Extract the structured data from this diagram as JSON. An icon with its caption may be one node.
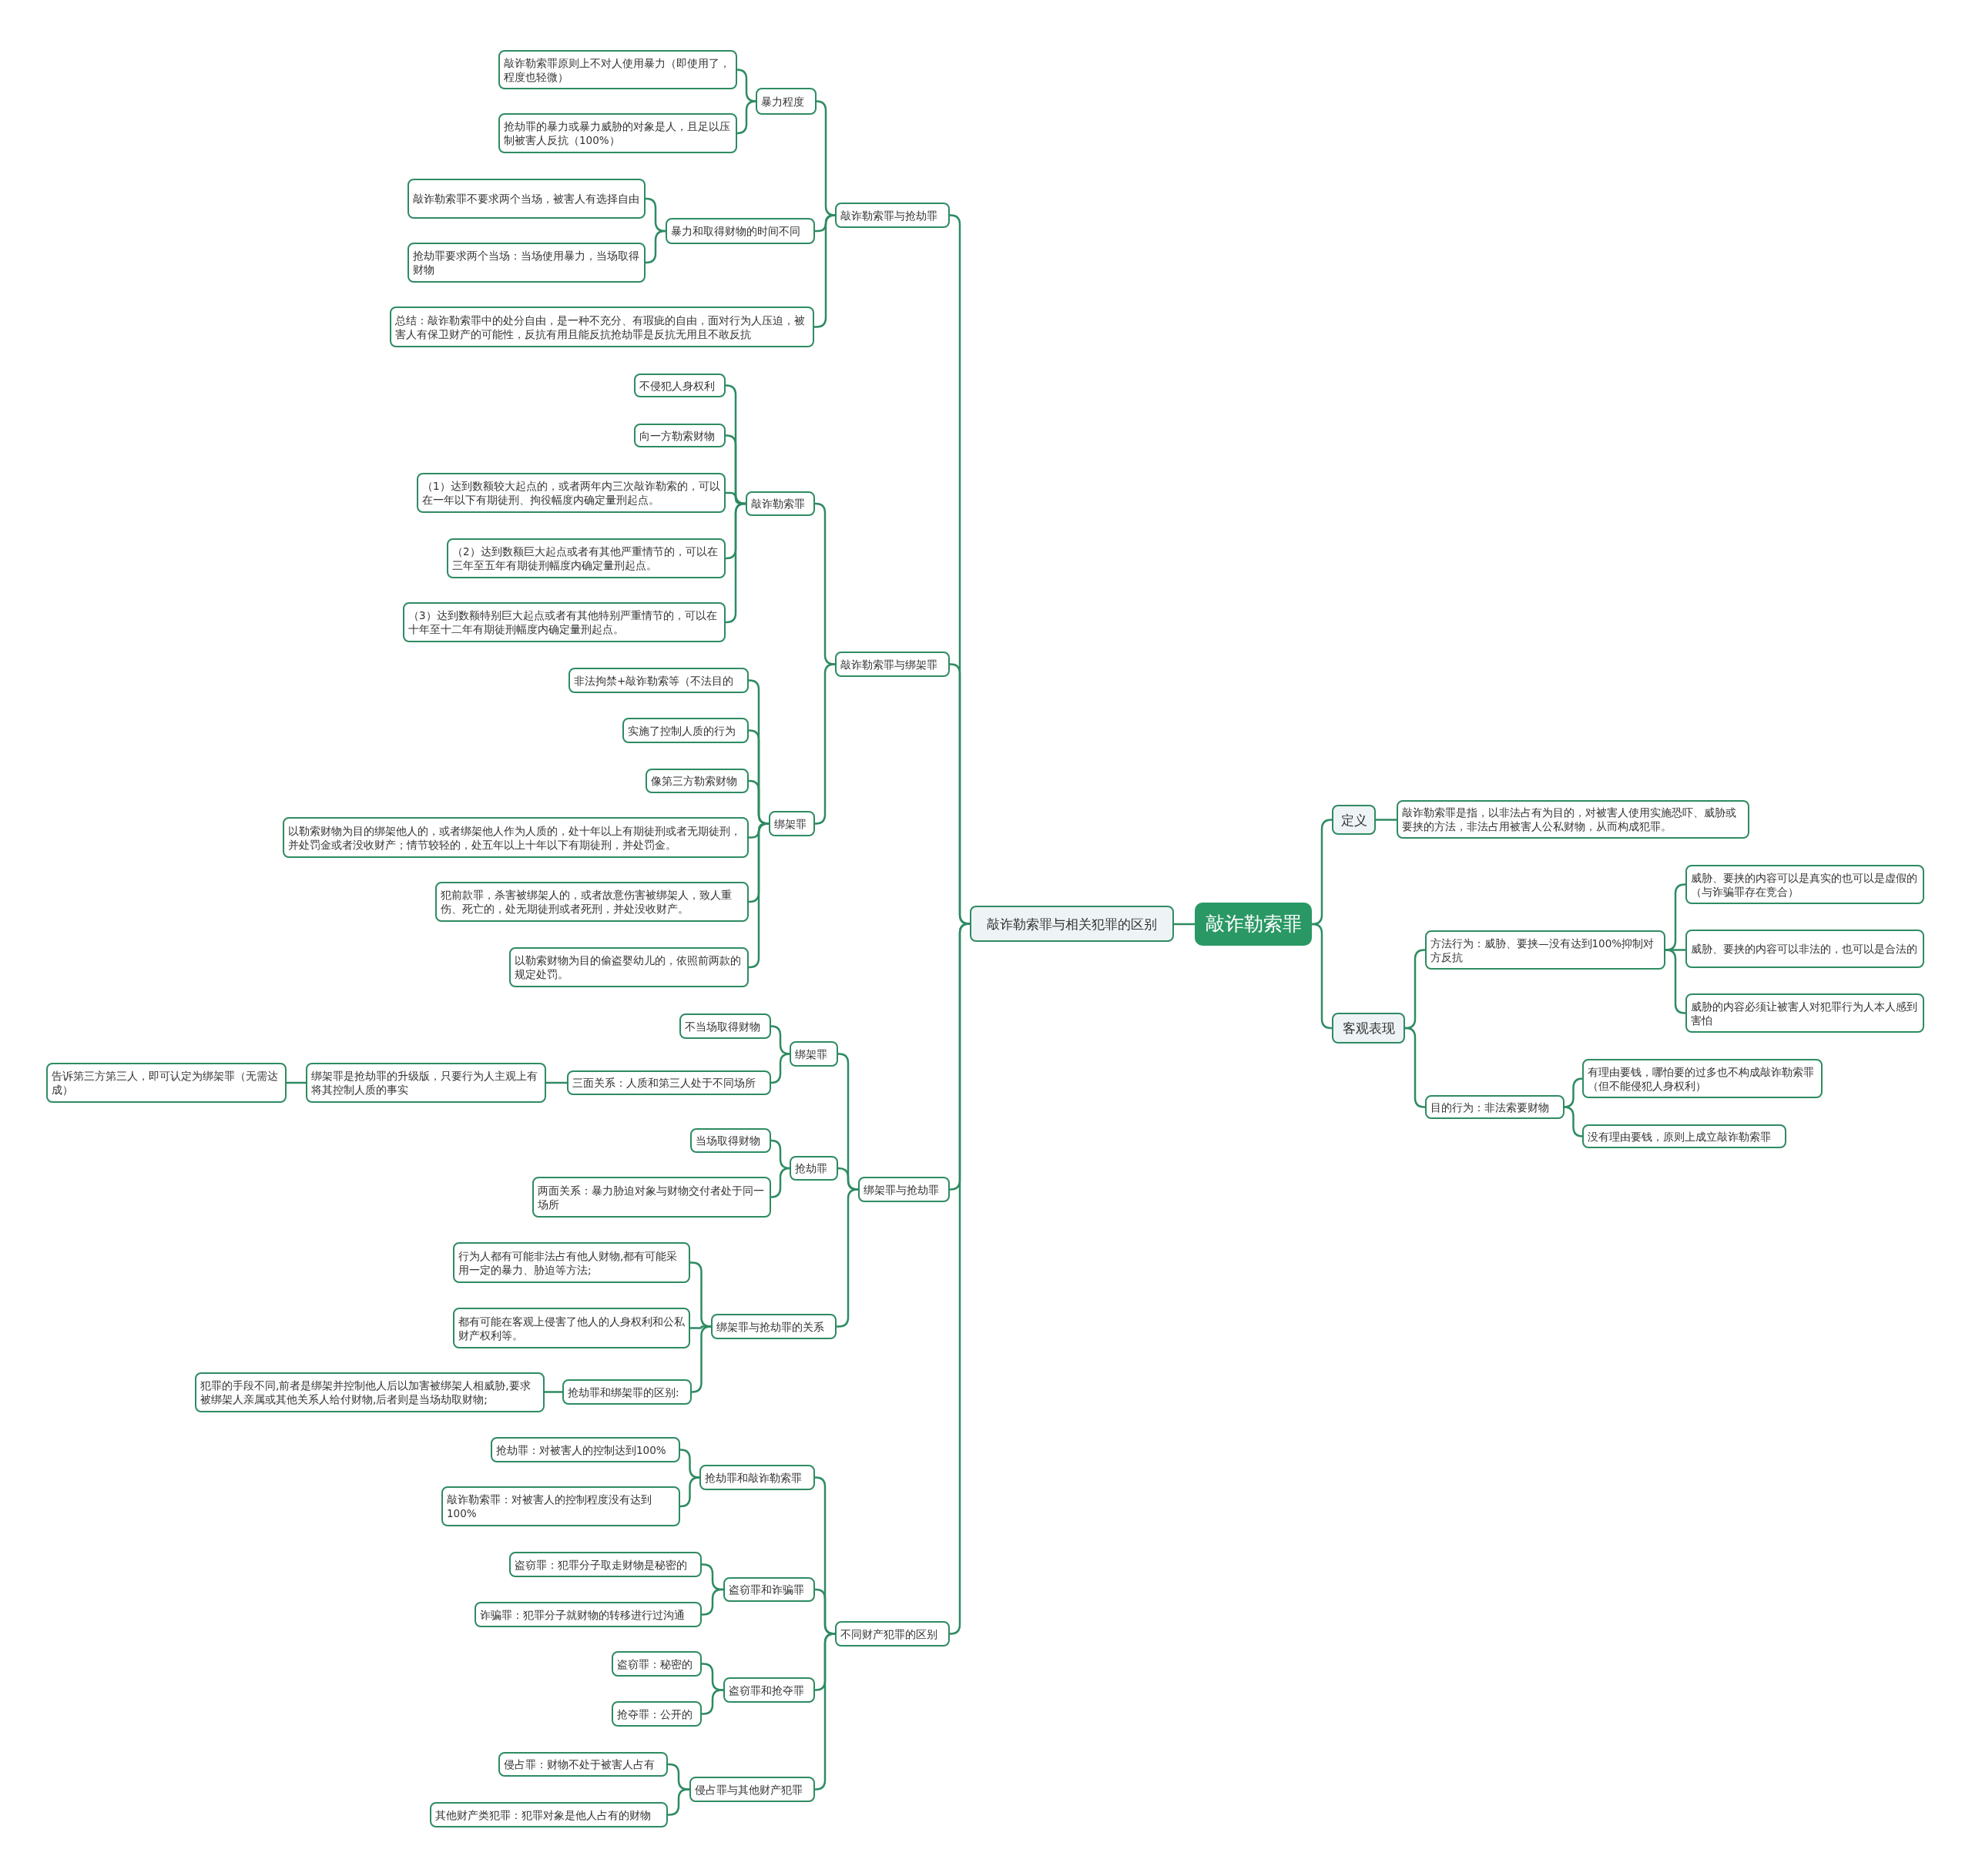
{
  "diagram": {
    "nodes": [
      {
        "text": [
          "敲诈勒索罪"
        ]
      },
      {
        "text": [
          "敲诈勒索罪与相关犯罪的区别"
        ]
      },
      {
        "text": [
          "敲诈勒索罪与抢劫罪"
        ]
      },
      {
        "text": [
          "暴力程度"
        ]
      },
      {
        "text": [
          "敲诈勒索罪原则上不对人使用暴力（即使用了，程度也轻微）"
        ]
      },
      {
        "text": [
          "抢劫罪的暴力或暴力威胁的对象是人，且足以压制被害人反抗（100%）"
        ]
      },
      {
        "text": [
          "暴力和取得财物的时间不同"
        ]
      },
      {
        "text": [
          "敲诈勒索罪不要求两个当场，被害人有选择自由"
        ]
      },
      {
        "text": [
          "抢劫罪要求两个当场：当场使用暴力，当场取得财物"
        ]
      },
      {
        "text": [
          "总结：敲诈勒索罪中的处分自由，是一种不充分、有瑕疵的自由，面对行为人压迫，被害人有保卫财产的可能性，反抗有用且能反抗抢劫罪是反抗无用且不敢反抗"
        ]
      },
      {
        "text": [
          "敲诈勒索罪与绑架罪"
        ]
      },
      {
        "text": [
          "敲诈勒索罪"
        ]
      },
      {
        "text": [
          "不侵犯人身权利"
        ]
      },
      {
        "text": [
          "向一方勒索财物"
        ]
      },
      {
        "text": [
          "（1）达到数额较大起点的，或者两年内三次敲诈勒索的，可以在一年以下有期徒刑、拘役幅度内确定量刑起点。"
        ]
      },
      {
        "text": [
          "（2）达到数额巨大起点或者有其他严重情节的，可以在三年至五年有期徒刑幅度内确定量刑起点。"
        ]
      },
      {
        "text": [
          "（3）达到数额特别巨大起点或者有其他特别严重情节的，可以在十年至十二年有期徒刑幅度内确定量刑起点。"
        ]
      },
      {
        "text": [
          "绑架罪"
        ]
      },
      {
        "text": [
          "非法拘禁+敲诈勒索等（不法目的"
        ]
      },
      {
        "text": [
          "实施了控制人质的行为"
        ]
      },
      {
        "text": [
          "像第三方勒索财物"
        ]
      },
      {
        "text": [
          "以勒索财物为目的绑架他人的，或者绑架他人作为人质的，处十年以上有期徒刑或者无期徒刑，并处罚金或者没收财产；情节较轻的，处五年以上十年以下有期徒刑，并处罚金。"
        ]
      },
      {
        "text": [
          "犯前款罪，杀害被绑架人的，或者故意伤害被绑架人，致人重伤、死亡的，处无期徒刑或者死刑，并处没收财产。"
        ]
      },
      {
        "text": [
          "以勒索财物为目的偷盗婴幼儿的，依照前两款的规定处罚。"
        ]
      },
      {
        "text": [
          "绑架罪与抢劫罪"
        ]
      },
      {
        "text": [
          "绑架罪"
        ]
      },
      {
        "text": [
          "不当场取得财物"
        ]
      },
      {
        "text": [
          "三面关系：人质和第三人处于不同场所"
        ]
      },
      {
        "text": [
          "绑架罪是抢劫罪的升级版，只要行为人主观上有将其控制人质的事实"
        ]
      },
      {
        "text": [
          "告诉第三方第三人，即可认定为绑架罪（无需达成）"
        ]
      },
      {
        "text": [
          "抢劫罪"
        ]
      },
      {
        "text": [
          "当场取得财物"
        ]
      },
      {
        "text": [
          "两面关系：暴力胁迫对象与财物交付者处于同一场所"
        ]
      },
      {
        "text": [
          "绑架罪与抢劫罪的关系"
        ]
      },
      {
        "text": [
          "行为人都有可能非法占有他人财物,都有可能采用一定的暴力、胁迫等方法;"
        ]
      },
      {
        "text": [
          "都有可能在客观上侵害了他人的人身权利和公私财产权利等。"
        ]
      },
      {
        "text": [
          "抢劫罪和绑架罪的区别:"
        ]
      },
      {
        "text": [
          "犯罪的手段不同,前者是绑架并控制他人后以加害被绑架人相威胁,要求被绑架人亲属或其他关系人给付财物,后者则是当场劫取财物;"
        ]
      },
      {
        "text": [
          "不同财产犯罪的区别"
        ]
      },
      {
        "text": [
          "抢劫罪和敲诈勒索罪"
        ]
      },
      {
        "text": [
          "抢劫罪：对被害人的控制达到100%"
        ]
      },
      {
        "text": [
          "敲诈勒索罪：对被害人的控制程度没有达到100%"
        ]
      },
      {
        "text": [
          "盗窃罪和诈骗罪"
        ]
      },
      {
        "text": [
          "盗窃罪：犯罪分子取走财物是秘密的"
        ]
      },
      {
        "text": [
          "诈骗罪：犯罪分子就财物的转移进行过沟通"
        ]
      },
      {
        "text": [
          "盗窃罪和抢夺罪"
        ]
      },
      {
        "text": [
          "盗窃罪：秘密的"
        ]
      },
      {
        "text": [
          "抢夺罪：公开的"
        ]
      },
      {
        "text": [
          "侵占罪与其他财产犯罪"
        ]
      },
      {
        "text": [
          "侵占罪：财物不处于被害人占有"
        ]
      },
      {
        "text": [
          "其他财产类犯罪：犯罪对象是他人占有的财物"
        ]
      },
      {
        "text": [
          "定义"
        ]
      },
      {
        "text": [
          "敲诈勒索罪是指，以非法占有为目的，对被害人使用实施恐吓、威胁或要挟的方法，非法占用被害人公私财物，从而构成犯罪。"
        ]
      },
      {
        "text": [
          "客观表现"
        ]
      },
      {
        "text": [
          "方法行为：威胁、要挟—没有达到100%抑制对方反抗"
        ]
      },
      {
        "text": [
          "威胁、要挟的内容可以是真实的也可以是虚假的（与诈骗罪存在竞合）"
        ]
      },
      {
        "text": [
          "威胁、要挟的内容可以非法的，也可以是合法的"
        ]
      },
      {
        "text": [
          "威胁的内容必须让被害人对犯罪行为人本人感到害怕"
        ]
      },
      {
        "text": [
          "目的行为：非法索要财物"
        ]
      },
      {
        "text": [
          "有理由要钱，哪怕要的过多也不构成敲诈勒索罪（但不能侵犯人身权利）"
        ]
      },
      {
        "text": [
          "没有理由要钱，原则上成立敲诈勒索罪"
        ]
      }
    ],
    "edges": [
      {
        "from": 0,
        "to": 1,
        "arrow": "none"
      },
      {
        "from": 1,
        "to": 2,
        "arrow": "none"
      },
      {
        "from": 2,
        "to": 3,
        "arrow": "none"
      },
      {
        "from": 3,
        "to": 4,
        "arrow": "none"
      },
      {
        "from": 3,
        "to": 5,
        "arrow": "none"
      },
      {
        "from": 2,
        "to": 6,
        "arrow": "none"
      },
      {
        "from": 6,
        "to": 7,
        "arrow": "none"
      },
      {
        "from": 6,
        "to": 8,
        "arrow": "none"
      },
      {
        "from": 2,
        "to": 9,
        "arrow": "none"
      },
      {
        "from": 1,
        "to": 10,
        "arrow": "none"
      },
      {
        "from": 10,
        "to": 11,
        "arrow": "none"
      },
      {
        "from": 11,
        "to": 12,
        "arrow": "none"
      },
      {
        "from": 11,
        "to": 13,
        "arrow": "none"
      },
      {
        "from": 11,
        "to": 14,
        "arrow": "none"
      },
      {
        "from": 11,
        "to": 15,
        "arrow": "none"
      },
      {
        "from": 11,
        "to": 16,
        "arrow": "none"
      },
      {
        "from": 10,
        "to": 17,
        "arrow": "none"
      },
      {
        "from": 17,
        "to": 18,
        "arrow": "none"
      },
      {
        "from": 17,
        "to": 19,
        "arrow": "none"
      },
      {
        "from": 17,
        "to": 20,
        "arrow": "none"
      },
      {
        "from": 17,
        "to": 21,
        "arrow": "none"
      },
      {
        "from": 17,
        "to": 22,
        "arrow": "none"
      },
      {
        "from": 17,
        "to": 23,
        "arrow": "none"
      },
      {
        "from": 1,
        "to": 24,
        "arrow": "none"
      },
      {
        "from": 24,
        "to": 25,
        "arrow": "none"
      },
      {
        "from": 25,
        "to": 26,
        "arrow": "none"
      },
      {
        "from": 25,
        "to": 27,
        "arrow": "none"
      },
      {
        "from": 27,
        "to": 28,
        "arrow": "none"
      },
      {
        "from": 28,
        "to": 29,
        "arrow": "none"
      },
      {
        "from": 24,
        "to": 30,
        "arrow": "none"
      },
      {
        "from": 30,
        "to": 31,
        "arrow": "none"
      },
      {
        "from": 30,
        "to": 32,
        "arrow": "none"
      },
      {
        "from": 24,
        "to": 33,
        "arrow": "none"
      },
      {
        "from": 33,
        "to": 34,
        "arrow": "none"
      },
      {
        "from": 33,
        "to": 35,
        "arrow": "none"
      },
      {
        "from": 33,
        "to": 36,
        "arrow": "none"
      },
      {
        "from": 36,
        "to": 37,
        "arrow": "none"
      },
      {
        "from": 1,
        "to": 38,
        "arrow": "none"
      },
      {
        "from": 38,
        "to": 39,
        "arrow": "none"
      },
      {
        "from": 39,
        "to": 40,
        "arrow": "none"
      },
      {
        "from": 39,
        "to": 41,
        "arrow": "none"
      },
      {
        "from": 38,
        "to": 42,
        "arrow": "none"
      },
      {
        "from": 42,
        "to": 43,
        "arrow": "none"
      },
      {
        "from": 42,
        "to": 44,
        "arrow": "none"
      },
      {
        "from": 38,
        "to": 45,
        "arrow": "none"
      },
      {
        "from": 45,
        "to": 46,
        "arrow": "none"
      },
      {
        "from": 45,
        "to": 47,
        "arrow": "none"
      },
      {
        "from": 38,
        "to": 48,
        "arrow": "none"
      },
      {
        "from": 48,
        "to": 49,
        "arrow": "none"
      },
      {
        "from": 48,
        "to": 50,
        "arrow": "none"
      },
      {
        "from": 0,
        "to": 51,
        "arrow": "none"
      },
      {
        "from": 51,
        "to": 52,
        "arrow": "none"
      },
      {
        "from": 0,
        "to": 53,
        "arrow": "none"
      },
      {
        "from": 53,
        "to": 54,
        "arrow": "none"
      },
      {
        "from": 54,
        "to": 55,
        "arrow": "none"
      },
      {
        "from": 54,
        "to": 56,
        "arrow": "none"
      },
      {
        "from": 54,
        "to": 57,
        "arrow": "none"
      },
      {
        "from": 53,
        "to": 58,
        "arrow": "none"
      },
      {
        "from": 58,
        "to": 59,
        "arrow": "none"
      },
      {
        "from": 58,
        "to": 60,
        "arrow": "none"
      }
    ]
  }
}
